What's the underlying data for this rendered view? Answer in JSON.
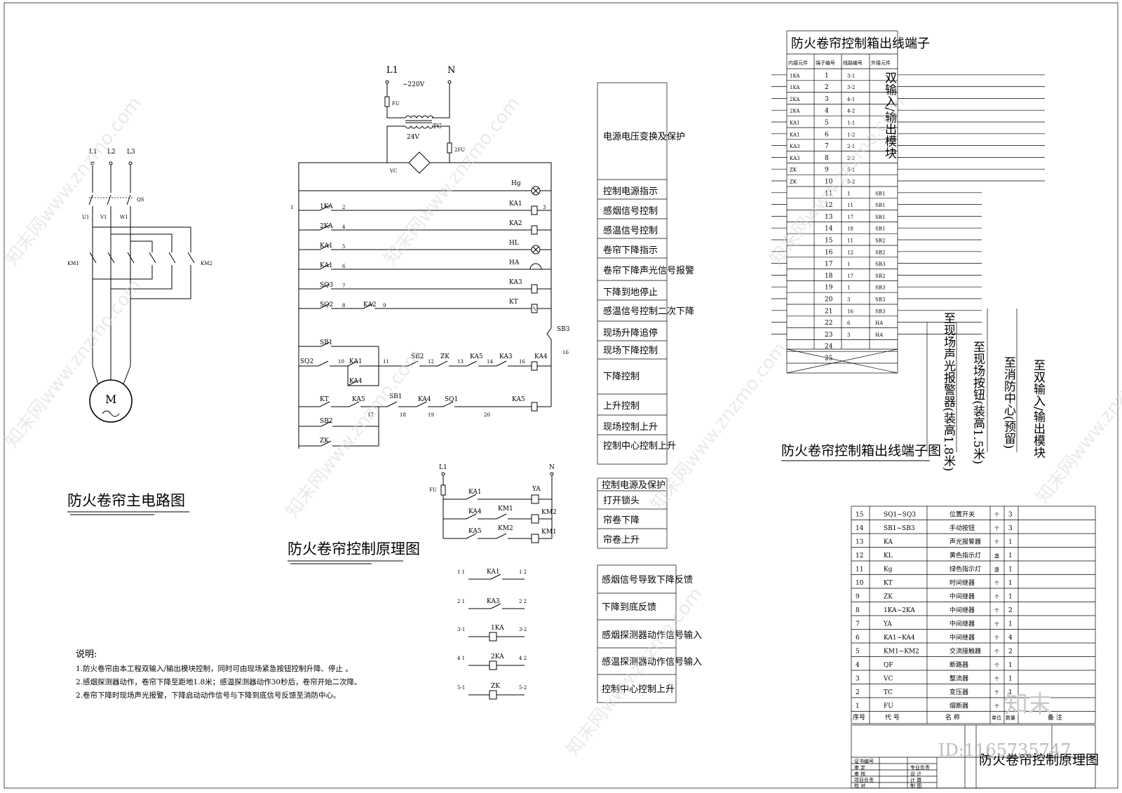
{
  "main_circuit": {
    "title": "防火卷帘主电路图",
    "phases": [
      "L1",
      "L2",
      "L3"
    ],
    "breaker": "QS",
    "outputs": [
      "U1",
      "V1",
      "W1"
    ],
    "contactors": [
      "KM1",
      "KM2"
    ],
    "motor": "M"
  },
  "control_diagram": {
    "title": "防火卷帘控制原理图",
    "supply": {
      "l": "L1",
      "n": "N",
      "voltage": "~220V",
      "fuse1": "FU",
      "fuse2": "2FU",
      "transformer": "TC",
      "secondary": "24V",
      "rectifier": "VC"
    },
    "rows": [
      {
        "left": "",
        "num": "",
        "coil": "Hg"
      },
      {
        "left": "1KA",
        "num": "2",
        "coil": "KA1",
        "end": "3"
      },
      {
        "left": "2KA",
        "num": "4",
        "coil": "KA2"
      },
      {
        "left": "KA1",
        "num": "5",
        "coil": "HL"
      },
      {
        "left": "KA1",
        "num": "6",
        "coil": "HA"
      },
      {
        "left": "SQ3",
        "num": "7",
        "coil": "KA3"
      },
      {
        "left": "SQ2",
        "num": "8",
        "mid": "KA2",
        "mid_num": "9",
        "coil": "KT"
      }
    ],
    "node1": "1",
    "sb3": "SB3",
    "sb3_num": "16",
    "lower": {
      "sb1": "SB1",
      "sq2": "SQ2",
      "n10": "10",
      "ka1": "KA1",
      "n11": "11",
      "sb2": "SB2",
      "n12": "12",
      "zk": "ZK",
      "n13": "13",
      "ka5": "KA5",
      "n14": "14",
      "ka3": "KA3",
      "n16": "16",
      "ka4_coil": "KA4",
      "ka4": "KA4",
      "kt": "KT",
      "ka5b": "KA5",
      "n17": "17",
      "sb1b": "SB1",
      "n18": "18",
      "ka4b": "KA4",
      "n19": "19",
      "sq1": "SQ1",
      "n20": "20",
      "ka5_coil": "KA5",
      "sb2b": "SB2",
      "zkb": "ZK"
    },
    "lock_circuit": {
      "l": "L1",
      "n": "N",
      "fu": "FU",
      "rows": [
        {
          "c1": "KA1",
          "c2": "",
          "coil": "YA"
        },
        {
          "c1": "KA4",
          "c2": "KM1",
          "coil": "KM2"
        },
        {
          "c1": "KA5",
          "c2": "KM2",
          "coil": "KM1"
        }
      ]
    },
    "signals": [
      {
        "l": "1 1",
        "name": "KA1",
        "r": "1 2",
        "type": "contact"
      },
      {
        "l": "2 1",
        "name": "KA3",
        "r": "2 2",
        "type": "contact"
      },
      {
        "l": "3-1",
        "name": "1KA",
        "r": "3-2",
        "type": "coil"
      },
      {
        "l": "4 1",
        "name": "2KA",
        "r": "4 2",
        "type": "coil"
      },
      {
        "l": "5-1",
        "name": "ZK",
        "r": "5-2",
        "type": "coil"
      }
    ]
  },
  "function_labels": {
    "group1": [
      "电源电压变换及保护",
      "控制电源指示",
      "感烟信号控制",
      "感温信号控制",
      "卷帘下降指示",
      "卷帘下降声光信号报警",
      "下降到地停止",
      "感温信号控制二次下降",
      "现场升降追停",
      "现场下降控制",
      "下降控制",
      "上升控制",
      "现场控制上升",
      "控制中心控制上升"
    ],
    "group2": [
      "控制电源及保护",
      "打开锁头",
      "帘卷下降",
      "帘卷上升"
    ],
    "group3": [
      "感烟信号导致下降反馈",
      "下降到底反馈",
      "感烟探测器动作信号输入",
      "感温探测器动作信号输入",
      "控制中心控制上升"
    ]
  },
  "notes": {
    "heading": "说明:",
    "items": [
      "1.防火卷帘由本工程双输入/输出模块控制，同时可由现场紧急按钮控制升降、停止 。",
      "2.感烟探测器动作，卷帘下降至距地1.8米；感温探测器动作30秒后，卷帘开始二次降。",
      "2.卷帘下降时现场声光报警，下降启动动作信号与下降到底信号反馈至消防中心。"
    ]
  },
  "terminal_table": {
    "title": "防火卷帘控制箱出线端子",
    "headers": [
      "内接元件",
      "端子编号",
      "线路编号",
      "外接元件"
    ],
    "rows": [
      [
        "1KA",
        "1",
        "3-1",
        ""
      ],
      [
        "1KA",
        "2",
        "3-2",
        ""
      ],
      [
        "2KA",
        "3",
        "4-1",
        ""
      ],
      [
        "2KA",
        "4",
        "4-2",
        ""
      ],
      [
        "KA1",
        "5",
        "1-1",
        ""
      ],
      [
        "KA1",
        "6",
        "1-2",
        ""
      ],
      [
        "KA3",
        "7",
        "2-1",
        ""
      ],
      [
        "KA3",
        "8",
        "2-2",
        ""
      ],
      [
        "ZK",
        "9",
        "5-1",
        ""
      ],
      [
        "ZK",
        "10",
        "5-2",
        ""
      ],
      [
        "",
        "11",
        "1",
        "SB1"
      ],
      [
        "",
        "12",
        "11",
        "SB1"
      ],
      [
        "",
        "13",
        "17",
        "SB1"
      ],
      [
        "",
        "14",
        "18",
        "SB1"
      ],
      [
        "",
        "15",
        "11",
        "SB2"
      ],
      [
        "",
        "16",
        "12",
        "SB2"
      ],
      [
        "",
        "17",
        "1",
        "SB3"
      ],
      [
        "",
        "18",
        "17",
        "SB2"
      ],
      [
        "",
        "19",
        "1",
        "SB3"
      ],
      [
        "",
        "20",
        "3",
        "SB3"
      ],
      [
        "",
        "21",
        "16",
        "SB3"
      ],
      [
        "",
        "22",
        "6",
        "HA"
      ],
      [
        "",
        "23",
        "3",
        "HA"
      ],
      [
        "",
        "24",
        ""
      ],
      [
        "",
        "25",
        ""
      ]
    ],
    "module_label": "双输入/输出模块",
    "destinations": [
      "至现场声光报警器(装高1.8米)",
      "至现场按钮(装高1.5米)",
      "至消防中心(预留)",
      "至双输入/输出模块"
    ],
    "caption": "防火卷帘控制箱出线端子图"
  },
  "parts_list": {
    "rows": [
      [
        "15",
        "SQ1~SQ3",
        "位置开关",
        "个",
        "3"
      ],
      [
        "14",
        "SB1~SB3",
        "手动按钮",
        "个",
        "3"
      ],
      [
        "13",
        "KA",
        "声光报警器",
        "个",
        "1"
      ],
      [
        "12",
        "KL",
        "黄色指示灯",
        "盏",
        "1"
      ],
      [
        "11",
        "Kg",
        "绿色指示灯",
        "盏",
        "1"
      ],
      [
        "10",
        "KT",
        "时间继器",
        "个",
        "1"
      ],
      [
        "9",
        "ZK",
        "中间继器",
        "个",
        "1"
      ],
      [
        "8",
        "1KA~2KA",
        "中间继器",
        "个",
        "2"
      ],
      [
        "7",
        "YA",
        "中间继器",
        "个",
        "1"
      ],
      [
        "6",
        "KA1~KA4",
        "中间继器",
        "个",
        "4"
      ],
      [
        "5",
        "KM1~KM2",
        "交流接触器",
        "个",
        "2"
      ],
      [
        "4",
        "QF",
        "断路器",
        "个",
        "1"
      ],
      [
        "3",
        "VC",
        "整流器",
        "个",
        "1"
      ],
      [
        "2",
        "TC",
        "变压器",
        "个",
        "1"
      ],
      [
        "1",
        "FU",
        "熔断器",
        "个",
        "1"
      ]
    ],
    "header": [
      "序号",
      "代 号",
      "名 称",
      "单位",
      "数量",
      "备 注"
    ]
  },
  "title_block": {
    "drawing_title": "防火卷帘控制原理图",
    "left_labels": [
      "证书编号",
      "审 定",
      "审 核",
      "项目负责",
      "校 对"
    ],
    "mid_labels": [
      "专业负责",
      "设 计",
      "计 算",
      "制 图"
    ],
    "id_text": "ID:1165735747"
  },
  "watermarks": [
    "知末网www.znzmo.com"
  ],
  "brand_logo": "知末"
}
